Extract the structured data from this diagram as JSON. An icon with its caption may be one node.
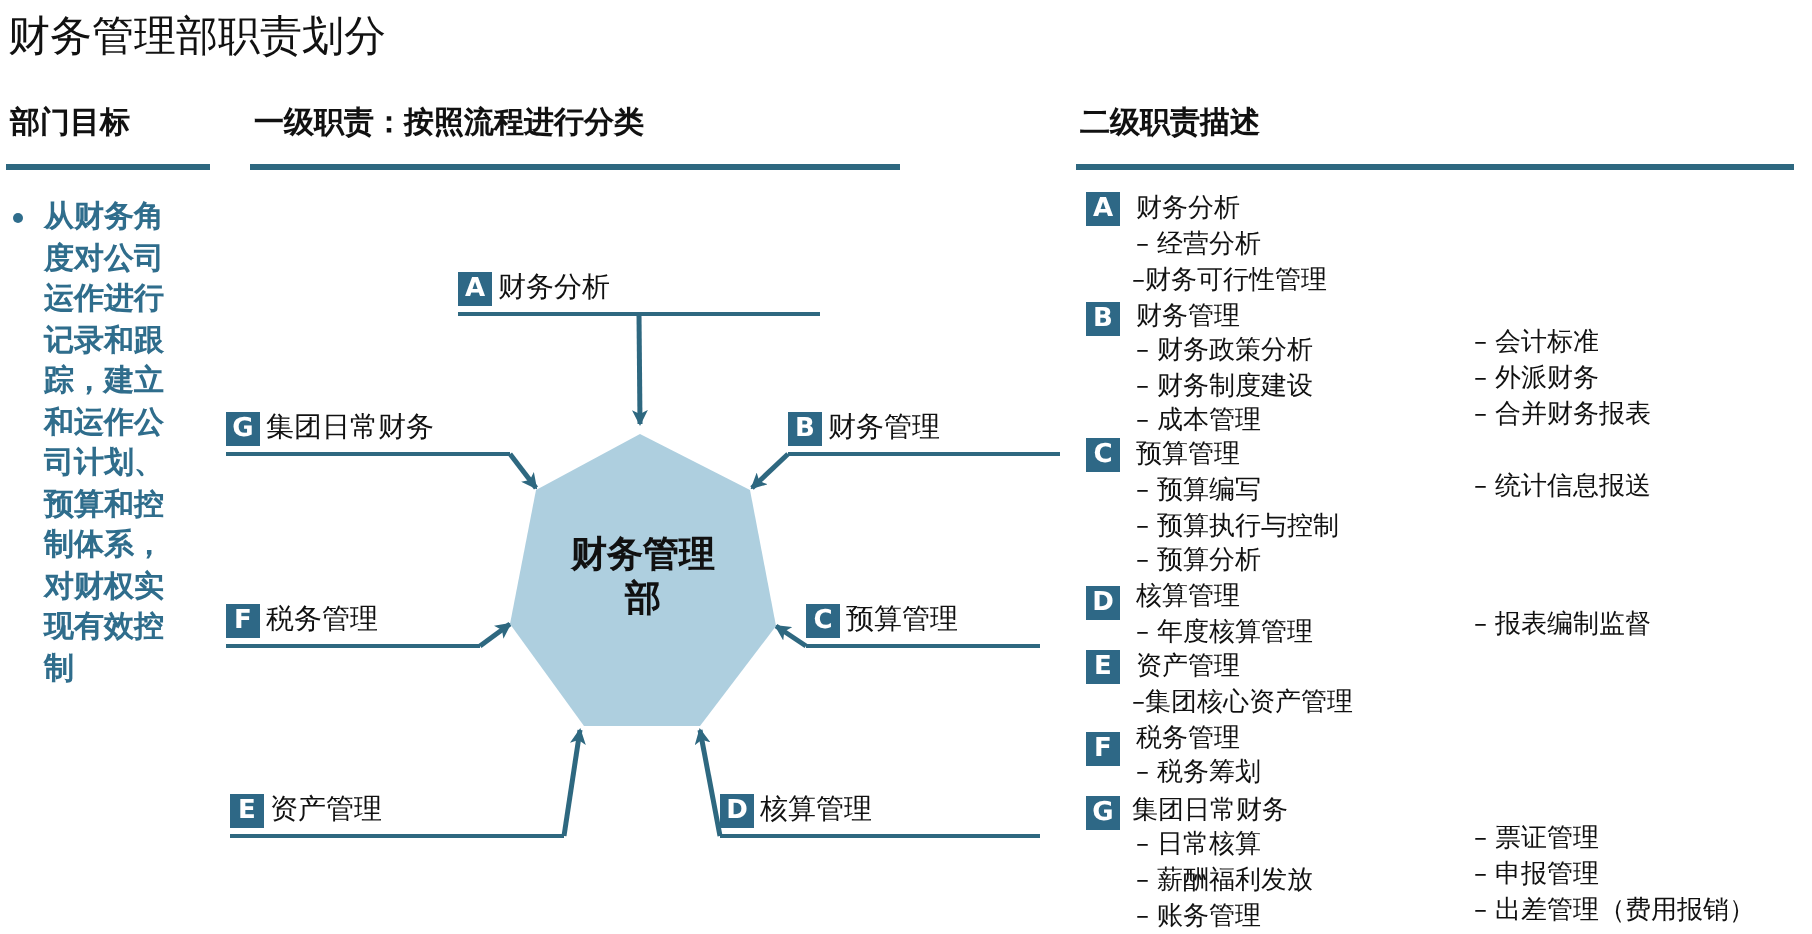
{
  "diagram": {
    "title": "财务管理部职责划分",
    "nodes": [
      {
        "text": [
          "财务管理部"
        ]
      },
      {
        "text": [
          "A",
          "财务分析"
        ]
      },
      {
        "text": [
          "G",
          "集团日常财务"
        ]
      },
      {
        "text": [
          "B",
          "财务管理"
        ]
      },
      {
        "text": [
          "F",
          "税务管理"
        ]
      },
      {
        "text": [
          "C",
          "预算管理"
        ]
      },
      {
        "text": [
          "E",
          "资产管理"
        ]
      },
      {
        "text": [
          "D",
          "核算管理"
        ]
      }
    ],
    "edges": [
      {
        "from": 1,
        "to": 0,
        "arrow": "to"
      },
      {
        "from": 2,
        "to": 0,
        "arrow": "to"
      },
      {
        "from": 3,
        "to": 0,
        "arrow": "to"
      },
      {
        "from": 4,
        "to": 0,
        "arrow": "to"
      },
      {
        "from": 5,
        "to": 0,
        "arrow": "to"
      },
      {
        "from": 6,
        "to": 0,
        "arrow": "to"
      },
      {
        "from": 7,
        "to": 0,
        "arrow": "to"
      }
    ],
    "labels": [
      "部门目标",
      "一级职责：按照流程进行分类",
      "二级职责描述",
      "从财务角度对公司运作进行记录和跟踪，建立和运作公司计划、预算和控制体系，对财权实现有效控制",
      "A",
      "财务分析",
      "– 经营分析",
      "–财务可行性管理",
      "B",
      "财务管理",
      "– 财务政策分析",
      "– 会计标准",
      "– 财务制度建设",
      "– 外派财务",
      "– 成本管理",
      "– 合并财务报表",
      "C",
      "预算管理",
      "– 预算编写",
      "– 统计信息报送",
      "– 预算执行与控制",
      "– 预算分析",
      "D",
      "核算管理",
      "– 年度核算管理",
      "– 报表编制监督",
      "E",
      "资产管理",
      "–集团核心资产管理",
      "F",
      "税务管理",
      "– 税务筹划",
      "G",
      "集团日常财务",
      "– 日常核算",
      "– 票证管理",
      "– 薪酬福利发放",
      "– 申报管理",
      "– 账务管理",
      "– 出差管理（费用报销）"
    ]
  }
}
